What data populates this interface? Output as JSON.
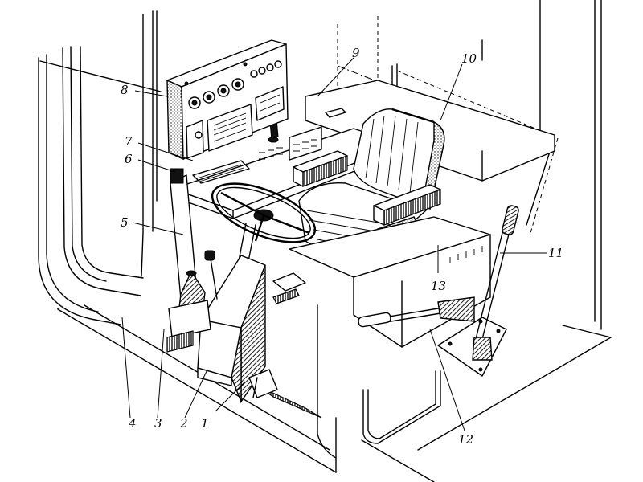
{
  "figure": {
    "subject": "Operator cab interior (isometric technical drawing)",
    "callouts": [
      {
        "id": "1",
        "label": "1"
      },
      {
        "id": "2",
        "label": "2"
      },
      {
        "id": "3",
        "label": "3"
      },
      {
        "id": "4",
        "label": "4"
      },
      {
        "id": "5",
        "label": "5"
      },
      {
        "id": "6",
        "label": "6"
      },
      {
        "id": "7",
        "label": "7"
      },
      {
        "id": "8",
        "label": "8"
      },
      {
        "id": "9",
        "label": "9"
      },
      {
        "id": "10",
        "label": "10"
      },
      {
        "id": "11",
        "label": "11"
      },
      {
        "id": "12",
        "label": "12"
      },
      {
        "id": "13",
        "label": "13"
      }
    ]
  },
  "colors": {
    "ink": "#000000",
    "paper": "#ffffff"
  }
}
